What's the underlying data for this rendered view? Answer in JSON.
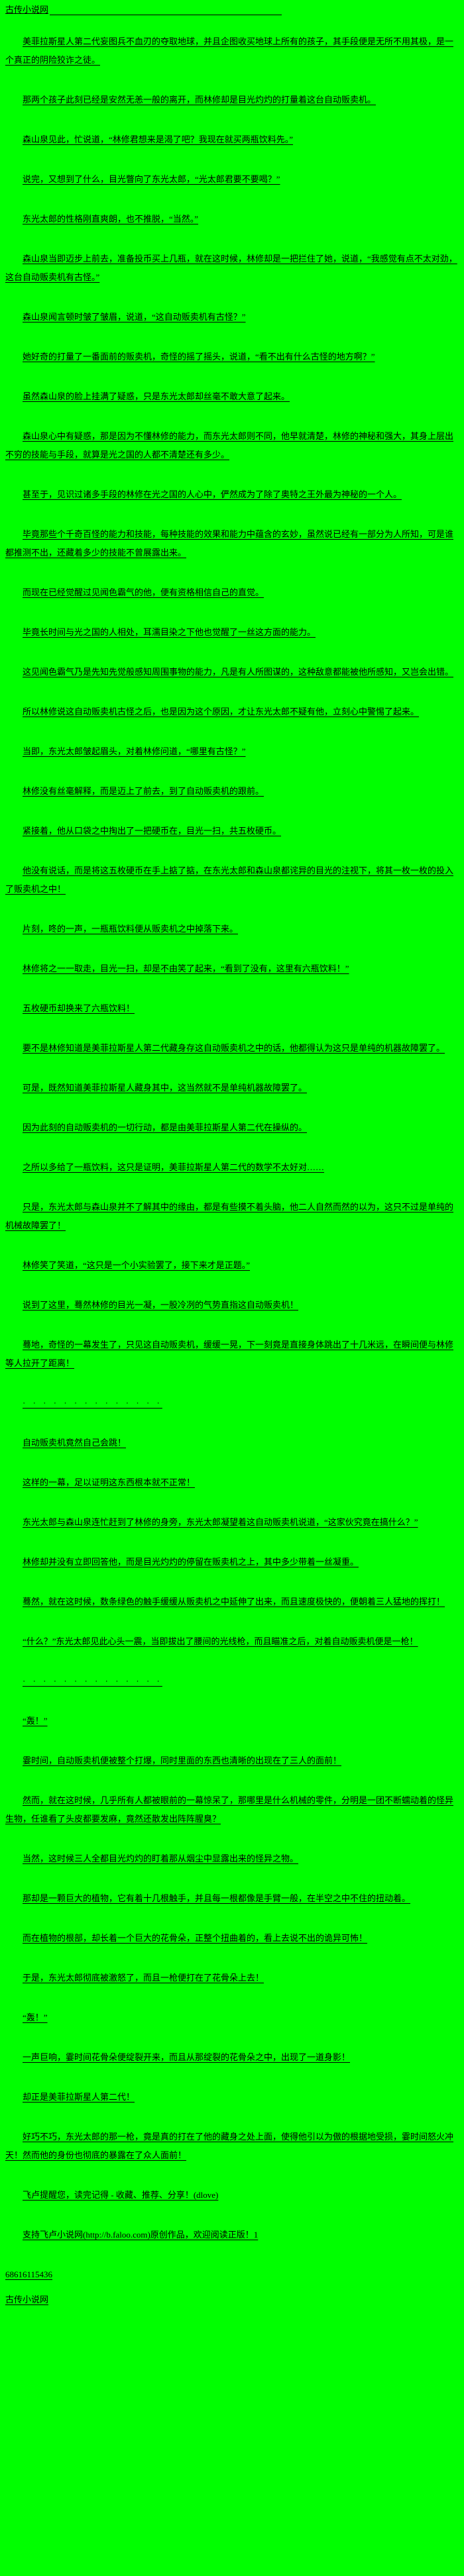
{
  "page": {
    "background_color": "#00ff00",
    "text_color": "#000000"
  },
  "header": {
    "site_name": "古传小说网"
  },
  "content": {
    "paragraphs": [
      "美菲拉斯星人第二代妄图兵不血刃的夺取地球，并且企图收买地球上所有的孩子，其手段便是无所不用其极，是一个真正的阴险狡诈之徒。",
      "那两个孩子此刻已经是安然无恙一般的离开，而林修却是目光灼灼的打量着这台自动贩卖机。",
      "森山泉见此，忙说道，“林修君想来是渴了吧？我现在就买两瓶饮料先。”",
      "说完，又想到了什么，目光瞥向了东光太郎，“光太郎君要不要喝？”",
      "东光太郎的性格刚直爽朗，也不推脱，“当然。”",
      "森山泉当即迈步上前去，准备投币买上几瓶，就在这时候，林修却是一把拦住了她，说道，“我感觉有点不太对劲，这台自动贩卖机有古怪。”",
      "森山泉闻言顿时皱了皱眉，说道，“这自动贩卖机有古怪？”",
      "她好奇的打量了一番面前的贩卖机，奇怪的摇了摇头，说道，“看不出有什么古怪的地方啊？”",
      "虽然森山泉的脸上挂满了疑惑，只是东光太郎却丝毫不敢大意了起来。",
      "森山泉心中有疑惑，那是因为不懂林修的能力，而东光太郎则不同，他早就清楚，林修的神秘和强大，其身上层出不穷的技能与手段，就算是光之国的人都不清楚还有多少。",
      "甚至于，见识过诸多手段的林修在光之国的人心中，俨然成为了除了奥特之王外最为神秘的一个人。",
      "毕竟那些个千奇百怪的能力和技能，每种技能的效果和能力中蕴含的玄妙，虽然说已经有一部分为人所知，可是谁都推测不出，还藏着多少的技能不曾展露出来。",
      "而现在已经觉醒过见闻色霸气的他，便有资格相信自己的直觉。",
      "毕竟长时间与光之国的人相处，耳濡目染之下他也觉醒了一丝这方面的能力。",
      "这见闻色霸气乃是先知先觉般感知周围事物的能力，凡是有人所图谋的，这种敌意都能被他所感知，又岂会出错。",
      "所以林修说这自动贩卖机古怪之后，也是因为这个原因，才让东光太郎不疑有他，立刻心中警惕了起来。",
      "当即，东光太郎皱起眉头，对着林修问道，“哪里有古怪？”",
      "林修没有丝毫解释，而是迈上了前去，到了自动贩卖机的跟前。",
      "紧接着，他从口袋之中掏出了一把硬币在，目光一扫，共五枚硬币。",
      "他没有说话，而是将这五枚硬币在手上掂了掂，在东光太郎和森山泉都诧异的目光的注视下，将其一枚一枚的投入了贩卖机之中！",
      "片刻，咚的一声，一瓶瓶饮料便从贩卖机之中掉落下来。",
      "林修将之一一取走，目光一扫，却是不由笑了起来，“看到了没有，这里有六瓶饮料！”",
      "五枚硬币却换来了六瓶饮料！",
      "要不是林修知道是美菲拉斯星人第二代藏身存这自动贩卖机之中的话，他都得认为这只是单纯的机器故障罢了。",
      "可是，既然知道美菲拉斯星人藏身其中，这当然就不是单纯机器故障罢了。",
      "因为此刻的自动贩卖机的一切行动，都是由美菲拉斯星人第二代在操纵的。",
      "之所以多给了一瓶饮料，这只是证明，美菲拉斯星人第二代的数学不太好对……",
      "只是，东光太郎与森山泉并不了解其中的缘由，都是有些摸不着头脑，他二人自然而然的以为，这只不过是单纯的机械故障罢了！",
      "林修笑了笑道，“这只是一个小实验罢了，接下来才是正题。”",
      "说到了这里，蓦然林修的目光一凝，一股冷冽的气势直指这自动贩卖机！",
      "蓦地，奇怪的一幕发生了，只见这自动贩卖机，缓缓一晃，下一刻竟是直接身体跳出了十几米远，在瞬间便与林修等人拉开了距离！",
      "· · · · · · · · · · · · · ·",
      "自动贩卖机竟然自己会跳！",
      "这样的一幕，足以证明这东西根本就不正常！",
      "东光太郎与森山泉连忙赶到了林修的身旁，东光太郎凝望着这自动贩卖机说道，“这家伙究竟在搞什么？”",
      "林修却并没有立即回答他，而是目光灼灼的停留在贩卖机之上，其中多少带着一丝凝重。",
      "蓦然，就在这时候，数条绿色的触手缓缓从贩卖机之中延伸了出来，而且速度极快的，便朝着三人猛地的挥打！",
      "“什么？”东光太郎见此心头一震，当即拔出了腰间的光线枪，而且瞄准之后，对着自动贩卖机便是一枪！",
      "· · · · · · · · · · · · · ·",
      "“轰！”",
      "霎时间，自动贩卖机便被整个打爆，同时里面的东西也清晰的出现在了三人的面前！",
      "然而，就在这时候，几乎所有人都被眼前的一幕惊呆了，那哪里是什么机械的零件，分明是一团不断蠕动着的怪异生物，任谁看了头皮都要发麻，竟然还散发出阵阵腥臭？",
      "当然，这时候三人全都目光灼灼的盯着那从烟尘中显露出来的怪异之物。",
      "那却是一颗巨大的植物，它有着十几根触手，并且每一根都像是手臂一般，在半空之中不住的扭动着。",
      "而在植物的根部，却长着一个巨大的花骨朵，正整个扭曲着的，看上去说不出的诡异可怖！",
      "于是，东光太郎彻底被激怒了，而且一枪便打在了花骨朵上去！",
      "“轰！”",
      "一声巨响，霎时间花骨朵便绽裂开来，而且从那绽裂的花骨朵之中，出现了一道身影！",
      "却正是美菲拉斯星人第二代！",
      "好巧不巧，东光太郎的那一枪，竟是真的打在了他的藏身之处上面，使得他引以为傲的根据地受损，霎时间怒火冲天！然而他的身份也彻底的暴露在了众人面前！"
    ]
  },
  "footer": {
    "reminder": "飞卢提醒您，读完记得 - 收藏、推荐、分享！(dlove)",
    "support": "支持飞卢小说网(http://b.faloo.com)原创作品，欢迎阅读正版！1",
    "book_id": "68616115436",
    "site_name": "古传小说网"
  }
}
